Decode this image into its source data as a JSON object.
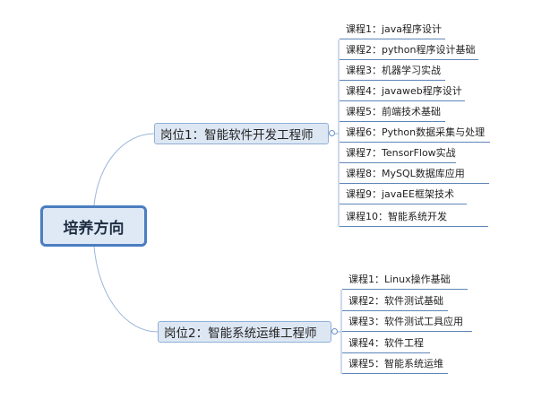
{
  "mindmap": {
    "root": {
      "label": "培养方向"
    },
    "branches": [
      {
        "label": "岗位1：智能软件开发工程师",
        "children": [
          "课程1：java程序设计",
          "课程2：python程序设计基础",
          "课程3：机器学习实战",
          "课程4：javaweb程序设计",
          "课程5：前端技术基础",
          "课程6：Python数据采集与处理",
          "课程7：TensorFlow实战",
          "课程8：MySQL数据库应用",
          "课程9：javaEE框架技术",
          "课程10：智能系统开发"
        ]
      },
      {
        "label": "岗位2：智能系统运维工程师",
        "children": [
          "课程1：Linux操作基础",
          "课程2：软件测试基础",
          "课程3：软件测试工具应用",
          "课程4：软件工程",
          "课程5：智能系统运维"
        ]
      }
    ],
    "colors": {
      "connector": "#9bb6db",
      "leaf_underline": "#5f86ba",
      "root_border": "#4a7ec0",
      "root_fill": "#dfe9f6",
      "branch_fill": "#dde7f3",
      "branch_border": "#8fb0d8"
    }
  }
}
